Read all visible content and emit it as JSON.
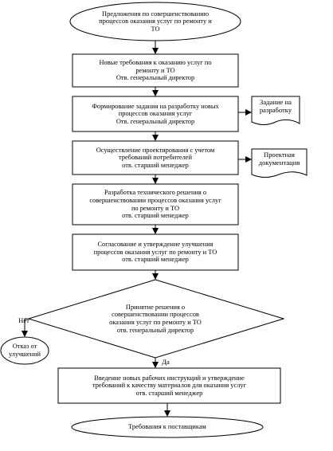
{
  "nodes": {
    "start": [
      "Предложения по совершенствованию",
      "процессов оказания услуг по ремонту и",
      "ТО"
    ],
    "step1": [
      "Новые требования к оказанию услуг по",
      "ремонту и ТО",
      "Отв. генеральный директор"
    ],
    "step2": [
      "Формирование задания на разработку новых",
      "процессов оказания услуг",
      "Отв. генеральный директор"
    ],
    "step3": [
      "Осуществление проектирования с учетом",
      "требований потребителей",
      "отв. старший менеджер"
    ],
    "step4": [
      "Разработка технического решения о",
      "совершенствовании процессов оказания услуг",
      "по ремонту и ТО",
      "отв. старший менеджер"
    ],
    "step5": [
      "Согласование и утверждение улучшения",
      "процессов оказания услуг по ремонту и ТО",
      "отв. старший менеджер"
    ],
    "decision": [
      "Принятие решения о",
      "совершенствовании процессов",
      "оказания услуг по ремонту и ТО",
      "отв. генеральный директор"
    ],
    "reject": [
      "Отказ от",
      "улучшений"
    ],
    "step6": [
      "Введение новых рабочих инструкций и утверждение",
      "требований к качеству материалов для оказания услуг",
      "отв. старший менеджер"
    ],
    "end": [
      "Требования к поставщикам"
    ]
  },
  "documents": {
    "doc1": [
      "Задание на",
      "разработку"
    ],
    "doc2": [
      "Проектная",
      "документация"
    ]
  },
  "branches": {
    "no": "Нет",
    "yes": "Да"
  }
}
